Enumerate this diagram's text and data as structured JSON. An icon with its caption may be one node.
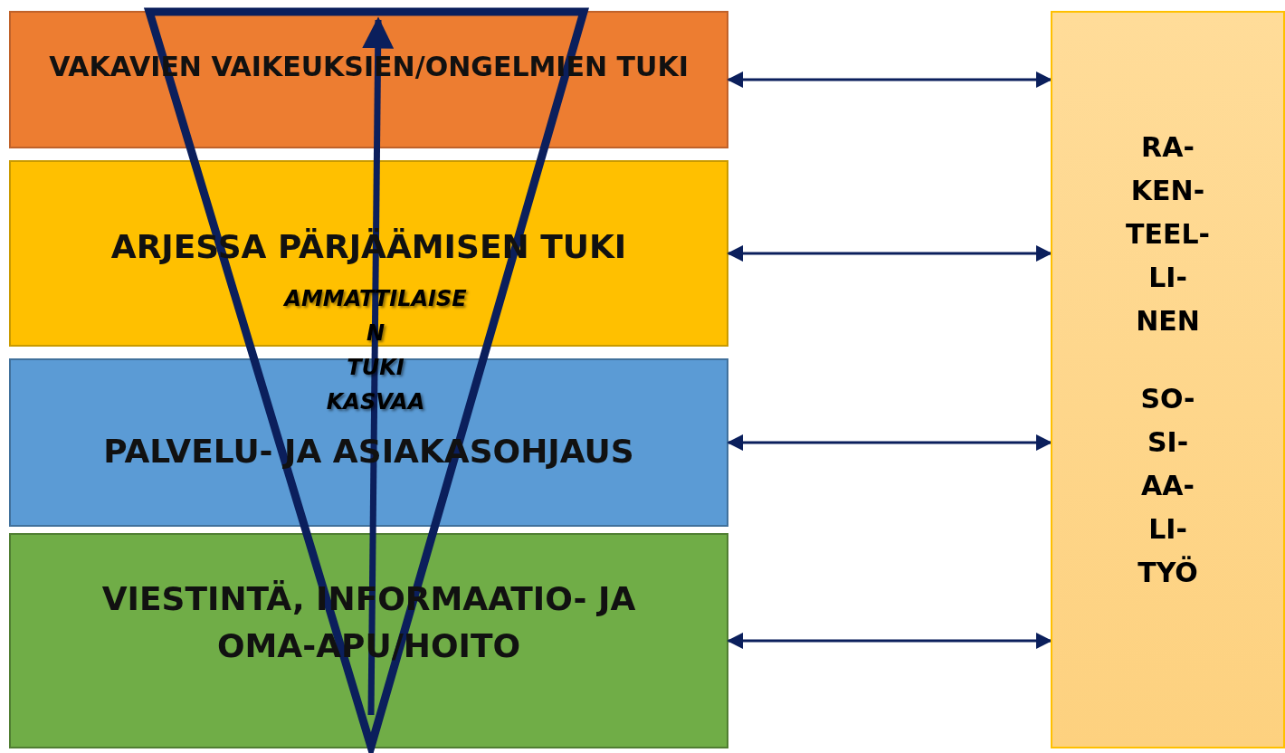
{
  "diagram": {
    "nodes": [
      {
        "text": [
          "VAKAVIEN VAIKEUKSIEN/ONGELMIEN TUKI"
        ]
      },
      {
        "text": [
          "ARJESSA PÄRJÄÄMISEN TUKI"
        ]
      },
      {
        "text": [
          "PALVELU- JA ASIAKASOHJAUS"
        ]
      },
      {
        "text": [
          "VIESTINTÄ, INFORMAATIO- JA OMA-APU/HOITO"
        ]
      },
      {
        "text": [
          "RA- KEN- TEEL- LI- NEN",
          "SO- SI- AA- LI- TYÖ"
        ]
      },
      {
        "text": [
          "AMMATTILAISE N TUKI KASVAA"
        ]
      }
    ],
    "edges": [
      {
        "from": 0,
        "to": 4,
        "arrow": "both"
      },
      {
        "from": 1,
        "to": 4,
        "arrow": "both"
      },
      {
        "from": 2,
        "to": 4,
        "arrow": "both"
      },
      {
        "from": 3,
        "to": 4,
        "arrow": "both"
      }
    ]
  }
}
